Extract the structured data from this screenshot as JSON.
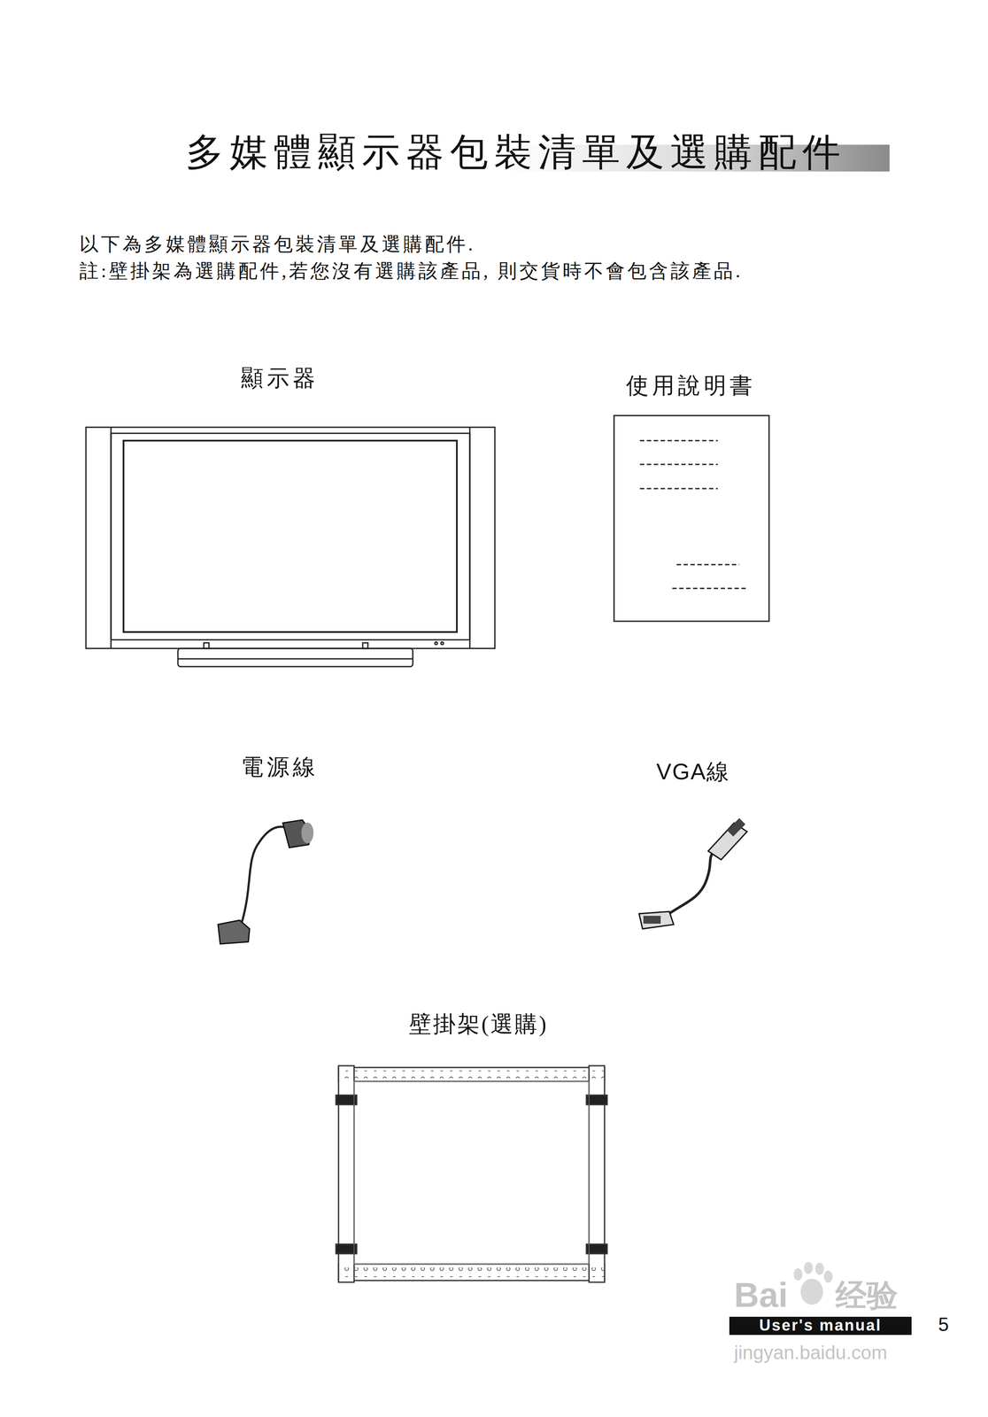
{
  "diagram": {
    "title": "多媒體顯示器包裝清單及選購配件",
    "labels": [
      "以下為多媒體顯示器包裝清單及選購配件.",
      "註:壁掛架為選購配件,若您沒有選購該產品, 則交貨時不會包含該產品.",
      "顯示器",
      "使用說明書",
      "電源線",
      "VGA線",
      "壁掛架(選購)",
      "User's manual",
      "5",
      "Bai",
      "经验",
      "jingyan.baidu.com"
    ]
  }
}
